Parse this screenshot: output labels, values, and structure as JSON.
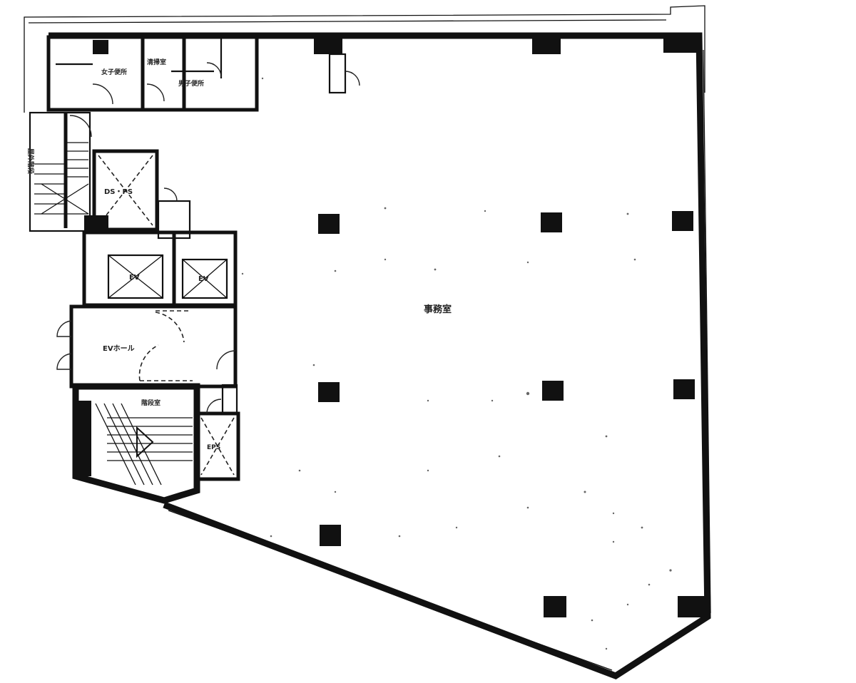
{
  "labels": {
    "office": "事務室",
    "womens_wc": "女子便所",
    "cleaning_room": "清掃室",
    "mens_wc": "男子便所",
    "dust_shaft": "DS・PS",
    "elevator_1": "EV",
    "elevator_2": "EV",
    "elevator_hall": "EVホール",
    "stair_room": "階段室",
    "eps": "EPS",
    "outdoor_stair": "屋外階段"
  },
  "colors": {
    "ink": "#111111",
    "paper": "#ffffff"
  }
}
